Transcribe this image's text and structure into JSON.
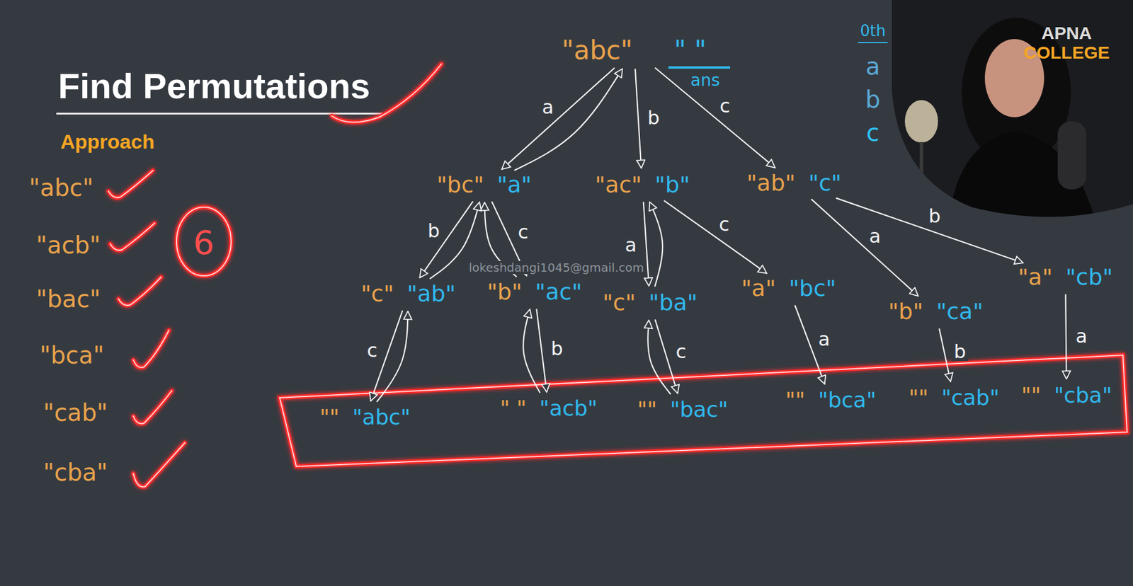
{
  "diagram": {
    "title": "Find Permutations",
    "nodes": [
      {
        "text": [
          "\"abc\"",
          "\" \""
        ]
      },
      {
        "text": [
          "\"bc\"",
          "\"a\""
        ]
      },
      {
        "text": [
          "\"ac\"",
          "\"b\""
        ]
      },
      {
        "text": [
          "\"ab\"",
          "\"c\""
        ]
      },
      {
        "text": [
          "\"c\"",
          "\"ab\""
        ]
      },
      {
        "text": [
          "\"b\"",
          "\"ac\""
        ]
      },
      {
        "text": [
          "\"c\"",
          "\"ba\""
        ]
      },
      {
        "text": [
          "\"a\"",
          "\"bc\""
        ]
      },
      {
        "text": [
          "\"b\"",
          "\"ca\""
        ]
      },
      {
        "text": [
          "\"a\"",
          "\"cb\""
        ]
      },
      {
        "text": [
          "\"\"",
          "\"abc\""
        ]
      },
      {
        "text": [
          "\" \"",
          "\"acb\""
        ]
      },
      {
        "text": [
          "\"\"",
          "\"bac\""
        ]
      },
      {
        "text": [
          "\"\"",
          "\"bca\""
        ]
      },
      {
        "text": [
          "\"\"",
          "\"cab\""
        ]
      },
      {
        "text": [
          "\"\"",
          "\"cba\""
        ]
      }
    ],
    "edges": [
      {
        "from": 0,
        "to": 1,
        "label": "a",
        "arrow": "to"
      },
      {
        "from": 0,
        "to": 2,
        "label": "b",
        "arrow": "to"
      },
      {
        "from": 0,
        "to": 3,
        "label": "c",
        "arrow": "to"
      },
      {
        "from": 1,
        "to": 4,
        "label": "b",
        "arrow": "to"
      },
      {
        "from": 1,
        "to": 5,
        "label": "c",
        "arrow": "to"
      },
      {
        "from": 2,
        "to": 6,
        "label": "a",
        "arrow": "to"
      },
      {
        "from": 2,
        "to": 7,
        "label": "c",
        "arrow": "to"
      },
      {
        "from": 3,
        "to": 8,
        "label": "a",
        "arrow": "to"
      },
      {
        "from": 3,
        "to": 9,
        "label": "b",
        "arrow": "to"
      },
      {
        "from": 4,
        "to": 10,
        "label": "c",
        "arrow": "to"
      },
      {
        "from": 5,
        "to": 11,
        "label": "b",
        "arrow": "to"
      },
      {
        "from": 6,
        "to": 12,
        "label": "c",
        "arrow": "to"
      },
      {
        "from": 7,
        "to": 13,
        "label": "a",
        "arrow": "to"
      },
      {
        "from": 8,
        "to": 14,
        "label": "b",
        "arrow": "to"
      },
      {
        "from": 9,
        "to": 15,
        "label": "a",
        "arrow": "to"
      },
      {
        "from": 1,
        "to": 0,
        "arrow": "to"
      },
      {
        "from": 4,
        "to": 1,
        "arrow": "to"
      },
      {
        "from": 5,
        "to": 1,
        "arrow": "to"
      },
      {
        "from": 10,
        "to": 4,
        "arrow": "to"
      },
      {
        "from": 11,
        "to": 5,
        "arrow": "to"
      },
      {
        "from": 6,
        "to": 2,
        "arrow": "to"
      },
      {
        "from": 12,
        "to": 6,
        "arrow": "to"
      }
    ],
    "labels": [
      "Approach",
      "\"abc\"",
      "\"acb\"",
      "\"bac\"",
      "\"bca\"",
      "\"cab\"",
      "\"cba\"",
      "6",
      "ans",
      "0th",
      "a",
      "b",
      "c",
      "APNA",
      "COLLEGE",
      "lokeshdangi1045@gmail.com"
    ]
  }
}
